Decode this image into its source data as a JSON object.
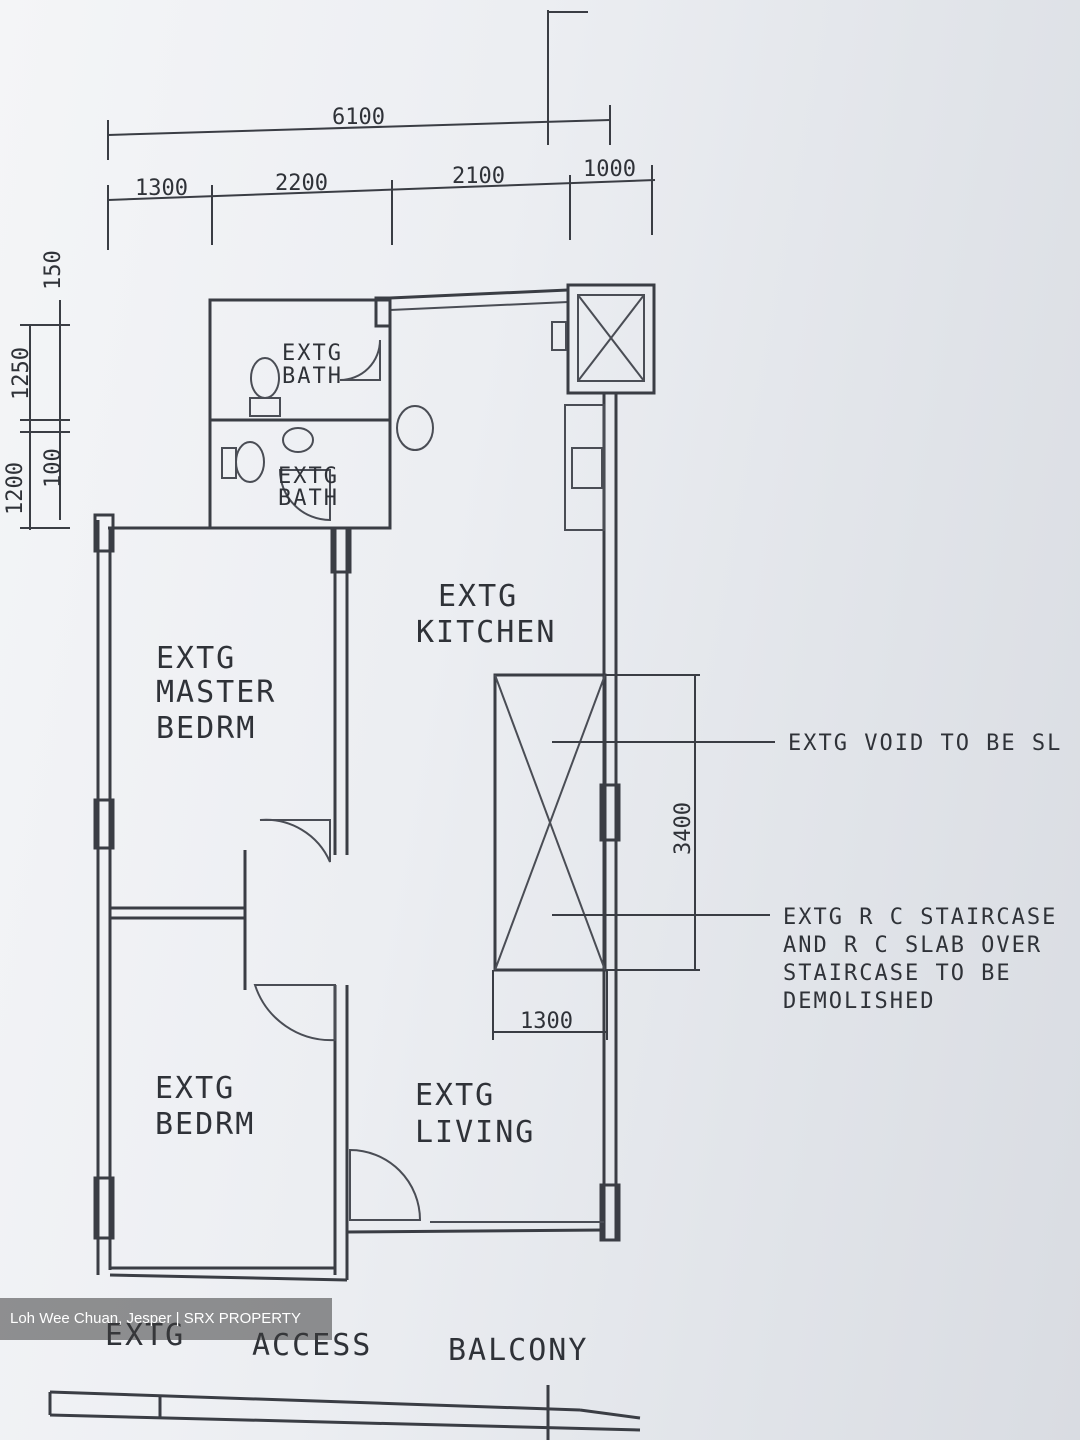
{
  "dimensions": {
    "overall_width": "6100",
    "segments": [
      "1300",
      "2200",
      "2100",
      "1000"
    ],
    "left": [
      "150",
      "1250",
      "100",
      "1200"
    ],
    "void_height": "3400",
    "void_width": "1300"
  },
  "rooms": {
    "bath_1": [
      "EXTG",
      "BATH"
    ],
    "bath_2": [
      "EXTG",
      "BATH"
    ],
    "kitchen": [
      "EXTG",
      "KITCHEN"
    ],
    "master_bedroom": [
      "EXTG",
      "MASTER",
      "BEDRM"
    ],
    "bedroom": [
      "EXTG",
      "BEDRM"
    ],
    "living": [
      "EXTG",
      "LIVING"
    ]
  },
  "notes": {
    "void": "EXTG VOID TO BE SL",
    "staircase": [
      "EXTG R C STAIRCASE",
      "AND R C SLAB OVER",
      "STAIRCASE TO BE",
      "DEMOLISHED"
    ]
  },
  "balcony": [
    "EXTG",
    "ACCESS",
    "BALCONY"
  ],
  "watermark": "Loh Wee Chuan, Jesper | SRX PROPERTY"
}
